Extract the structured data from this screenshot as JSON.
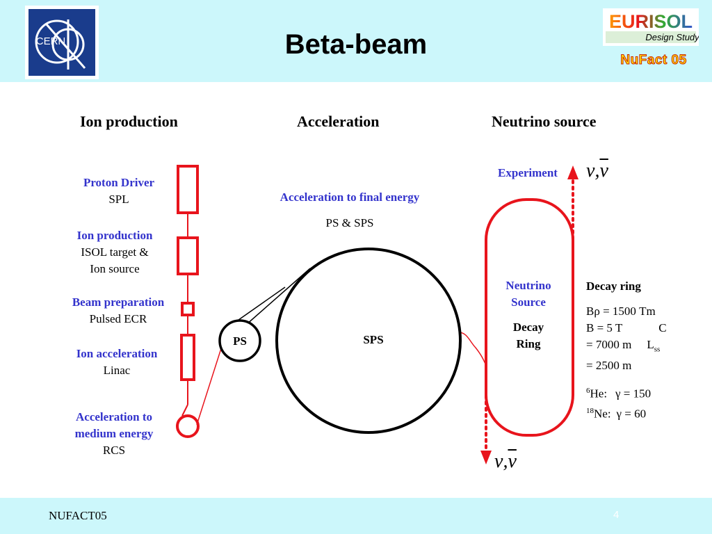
{
  "slide": {
    "title": "Beta-beam",
    "cern_logo_text": "CERN",
    "eurisol_logo_text": "EURISOL",
    "eurisol_sub": "Design Study",
    "badge": "NuFact 05",
    "footer": "NUFACT05",
    "page_number": "4"
  },
  "columns": {
    "ion_production": "Ion production",
    "acceleration": "Acceleration",
    "neutrino_source": "Neutrino source"
  },
  "chain": {
    "proton_driver": {
      "title": "Proton Driver",
      "detail": "SPL"
    },
    "ion_production": {
      "title": "Ion production",
      "detail1": "ISOL target &",
      "detail2": "Ion source"
    },
    "beam_preparation": {
      "title": "Beam preparation",
      "detail": "Pulsed ECR"
    },
    "ion_acceleration": {
      "title": "Ion acceleration",
      "detail": "Linac"
    },
    "medium_energy": {
      "title1": "Acceleration to",
      "title2": "medium energy",
      "detail": "RCS"
    }
  },
  "acceleration": {
    "title": "Acceleration to final energy",
    "detail": "PS & SPS",
    "ps_label": "PS",
    "sps_label": "SPS"
  },
  "neutrino": {
    "experiment": "Experiment",
    "neutrino_source_1": "Neutrino",
    "neutrino_source_2": "Source",
    "decay_ring_1": "Decay",
    "decay_ring_2": "Ring",
    "nu_symbol": "ν",
    "nu_sep": ",",
    "nubar_symbol": "ν"
  },
  "decay_ring": {
    "heading": "Decay ring",
    "brho": "Bρ = 1500 Tm",
    "b_field": "B = 5 T",
    "c_letter": "C",
    "circumference": "= 7000 m",
    "l_letter": "L",
    "l_sub": "ss",
    "straight": "= 2500 m",
    "he_mass": "6",
    "he_text": "He:",
    "he_gamma": "γ = 150",
    "ne_mass": "18",
    "ne_text": "Ne:",
    "ne_gamma": "γ = 60"
  },
  "colors": {
    "header_bg": "#ccf7fb",
    "accent_red": "#e8141c",
    "label_blue": "#3333cc",
    "cern_blue": "#1a3c8c"
  }
}
